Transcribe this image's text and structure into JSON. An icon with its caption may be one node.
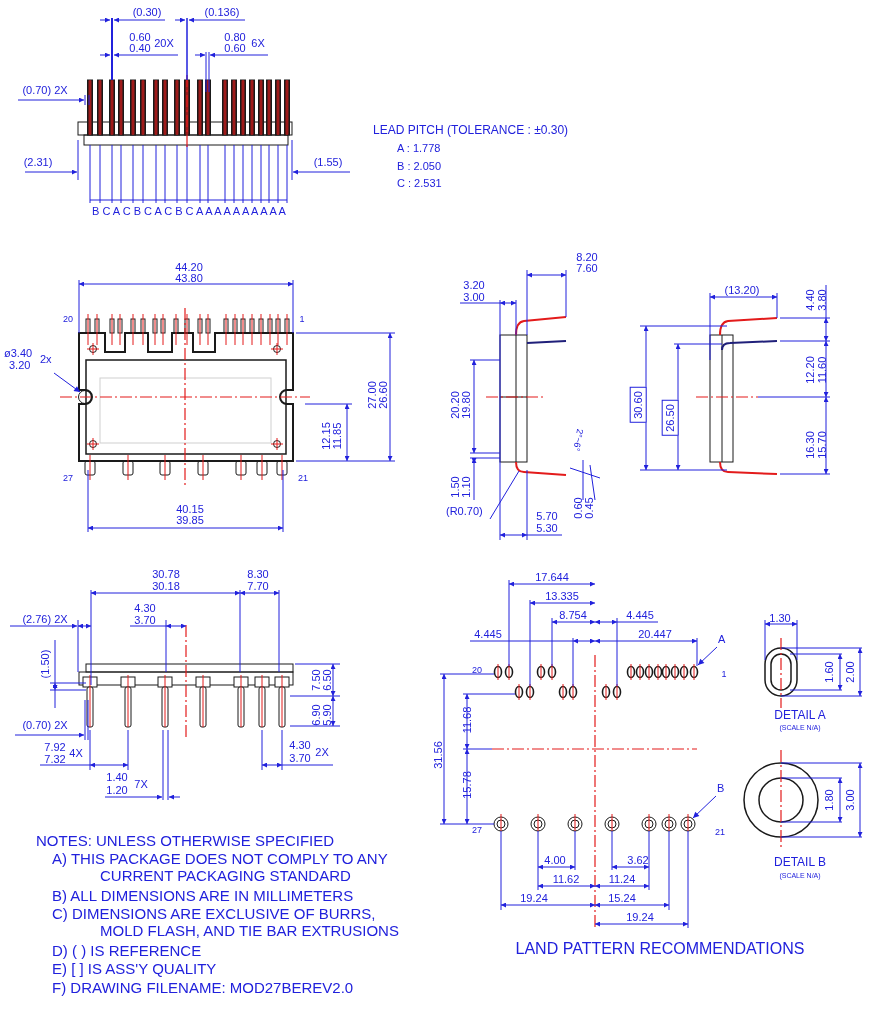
{
  "diagram": {
    "nodes": [
      {
        "text": [
          "ø3.40",
          "3.20",
          "2x"
        ]
      },
      {
        "text": [
          "(R0.70)"
        ]
      },
      {
        "text": [
          "A"
        ]
      },
      {
        "text": [
          "B"
        ]
      },
      {
        "text": [],
        "shape": "circle"
      }
    ],
    "edges": [
      {
        "from": 0,
        "to": 4,
        "arrow": "to"
      },
      {
        "from": 1,
        "to": null,
        "arrow": "none"
      },
      {
        "from": 2,
        "to": null,
        "arrow": "to"
      },
      {
        "from": 3,
        "to": null,
        "arrow": "to"
      }
    ],
    "labels": [
      "(0.30)",
      "(0.136)",
      "0.60",
      "0.40",
      "20X",
      "0.80",
      "0.60",
      "6X",
      "(0.70) 2X",
      "LEAD PITCH (TOLERANCE : ±0.30)",
      "(2.31)",
      "(1.55)",
      "A : 1.778",
      "B : 2.050",
      "C : 2.531",
      "B C A C B C A C B C A A A A A A A A A A",
      "44.20",
      "43.80",
      "20",
      "1",
      "27.00",
      "26.60",
      "12.15",
      "11.85",
      "27",
      "21",
      "40.15",
      "39.85",
      "8.20",
      "7.60",
      "3.20",
      "3.00",
      "20.20",
      "19.80",
      "2°~6°",
      "1.50",
      "1.10",
      "5.70",
      "5.30",
      "0.60",
      "0.45",
      "(13.20)",
      "4.40",
      "3.80",
      "30.60",
      "26.50",
      "12.20",
      "11.60",
      "16.30",
      "15.70",
      "30.78",
      "30.18",
      "8.30",
      "7.70",
      "(2.76) 2X",
      "4.30",
      "3.70",
      "(1.50)",
      "7.50",
      "6.50",
      "6.90",
      "5.90",
      "(0.70) 2X",
      "7.92",
      "7.32",
      "4X",
      "4.30",
      "3.70",
      "2X",
      "1.40",
      "1.20",
      "7X",
      "17.644",
      "13.335",
      "8.754",
      "4.445",
      "4.445",
      "20.447",
      "1.30",
      "20",
      "1",
      "1.60",
      "2.00",
      "DETAIL A",
      "(SCALE N/A)",
      "11.68",
      "31.56",
      "15.78",
      "1.80",
      "3.00",
      "27",
      "21",
      "4.00",
      "3.62",
      "DETAIL B",
      "11.62",
      "11.24",
      "(SCALE N/A)",
      "19.24",
      "15.24",
      "19.24",
      "NOTES: UNLESS OTHERWISE SPECIFIED",
      "A) THIS PACKAGE DOES NOT COMPLY TO ANY CURRENT PACKAGING STANDARD",
      "B) ALL DIMENSIONS ARE IN MILLIMETERS",
      "C) DIMENSIONS ARE EXCLUSIVE OF BURRS, MOLD FLASH, AND TIE BAR EXTRUSIONS",
      "D) ( ) IS REFERENCE",
      "E) [ ] IS ASS'Y QUALITY",
      "F) DRAWING FILENAME: MOD27BEREV2.0",
      "LAND PATTERN RECOMMENDATIONS"
    ]
  }
}
